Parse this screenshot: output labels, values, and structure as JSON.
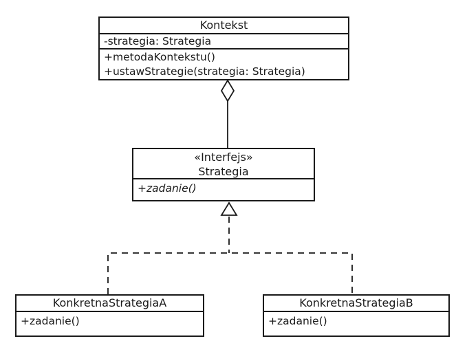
{
  "diagram": {
    "colors": {
      "background": "#ffffff",
      "line": "#1a1a1a"
    },
    "classes": [
      {
        "name": "Kontekst",
        "stereotype": "",
        "attributes": [
          "-strategia: Strategia"
        ],
        "methods": [
          "+metodaKontekstu()",
          "+ustawStrategie(strategia: Strategia)"
        ]
      },
      {
        "name": "Strategia",
        "stereotype": "«Interfejs»",
        "attributes": [],
        "methods": [
          "+zadanie()"
        ],
        "methods_abstract": true
      },
      {
        "name": "KonkretnaStrategiaA",
        "stereotype": "",
        "attributes": [],
        "methods": [
          "+zadanie()"
        ]
      },
      {
        "name": "KonkretnaStrategiaB",
        "stereotype": "",
        "attributes": [],
        "methods": [
          "+zadanie()"
        ]
      }
    ],
    "relationships": [
      {
        "type": "aggregation",
        "from": "Kontekst",
        "to": "Strategia",
        "marker": "hollow-diamond",
        "line": "solid"
      },
      {
        "type": "realization",
        "from": "KonkretnaStrategiaA",
        "to": "Strategia",
        "marker": "hollow-triangle",
        "line": "dashed"
      },
      {
        "type": "realization",
        "from": "KonkretnaStrategiaB",
        "to": "Strategia",
        "marker": "hollow-triangle",
        "line": "dashed"
      }
    ]
  }
}
